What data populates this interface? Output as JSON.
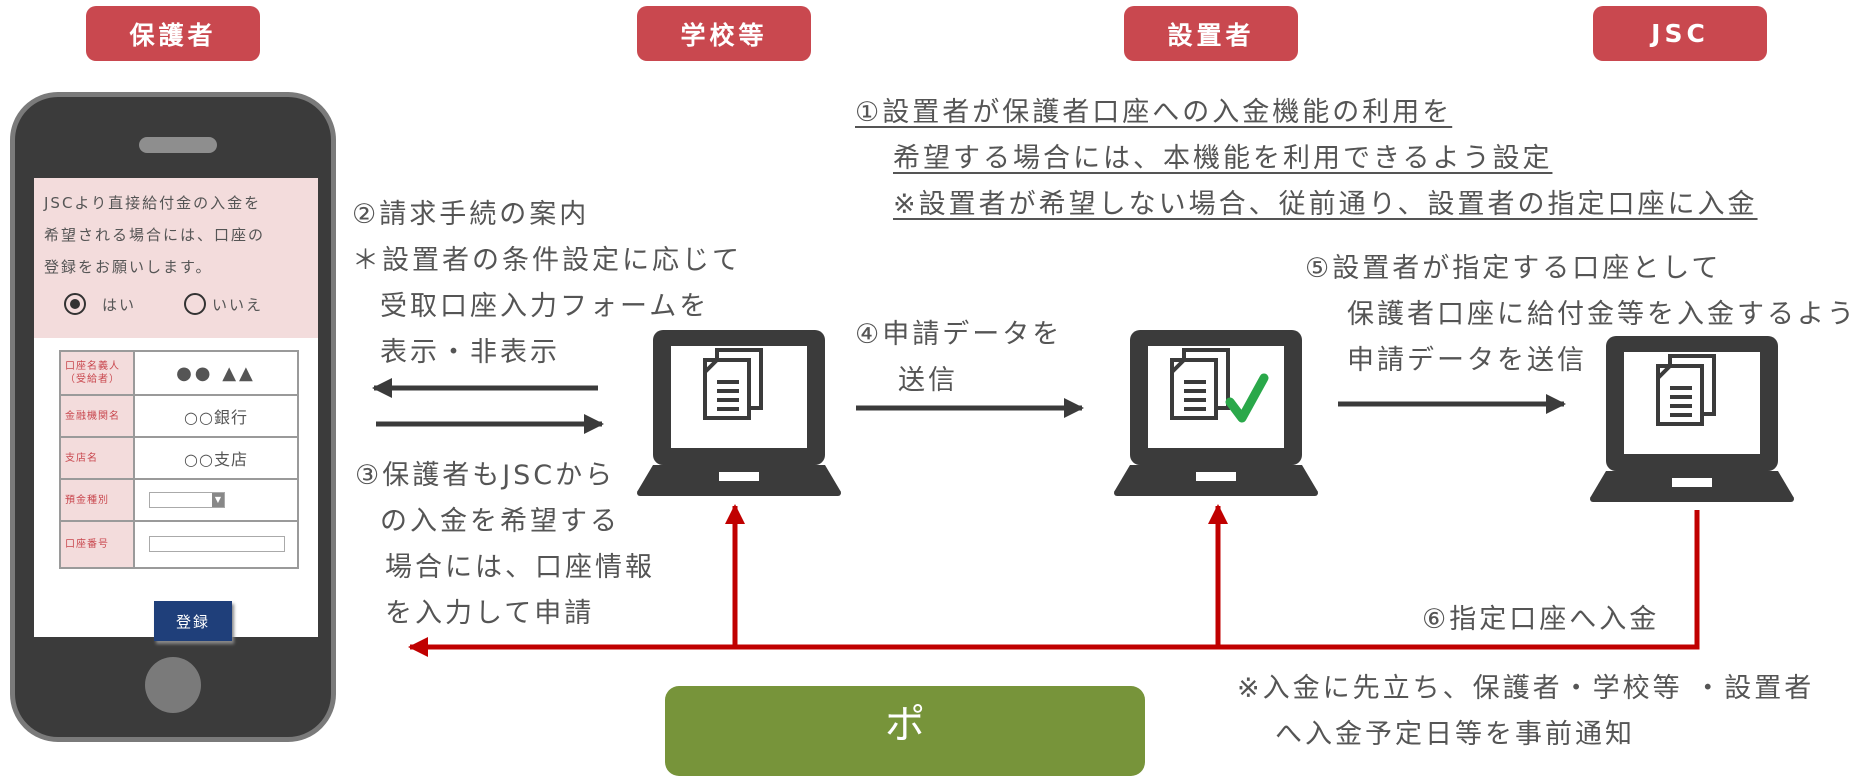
{
  "headers": {
    "guardian": "保護者",
    "school": "学校等",
    "founder": "設置者",
    "jsc": "JSC"
  },
  "phone": {
    "message_line1": "JSCより直接給付金の入金を",
    "message_line2": "希望される場合には、口座の",
    "message_line3": "登録をお願いします。",
    "radio_yes": "はい",
    "radio_no": "いいえ",
    "selected": "はい",
    "fields": [
      {
        "label": "口座名義人（受給者）",
        "label_line1": "口座名義人",
        "label_line2": "（受給者）",
        "value": "●● ▲▲"
      },
      {
        "label": "金融機関名",
        "value": "○○銀行"
      },
      {
        "label": "支店名",
        "value": "○○支店"
      },
      {
        "label": "預金種別",
        "value": ""
      },
      {
        "label": "口座番号",
        "value": ""
      }
    ],
    "register_button": "登録"
  },
  "steps": {
    "s1_line1": "①設置者が保護者口座への入金機能の利用を",
    "s1_line2": "希望する場合には、本機能を利用できるよう設定",
    "s1_line3": "※設置者が希望しない場合、従前通り、設置者の指定口座に入金",
    "s2_line1": "②請求手続の案内",
    "s2_line2": "＊設置者の条件設定に応じて",
    "s2_line3": "受取口座入力フォームを",
    "s2_line4": "表示・非表示",
    "s3_line1": "③保護者もJSCから",
    "s3_line2": "の入金を希望する",
    "s3_line3": "場合には、口座情報",
    "s3_line4": "を入力して申請",
    "s4_line1": "④申請データを",
    "s4_line2": "送信",
    "s5_line1": "⑤設置者が指定する口座として",
    "s5_line2": "保護者口座に給付金等を入金するよう",
    "s5_line3": "申請データを送信",
    "s6": "⑥指定口座へ入金",
    "note_line1": "※入金に先立ち、保護者・学校等 ・設置者",
    "note_line2": "へ入金予定日等を事前通知"
  },
  "green_box": {
    "text": "ポ"
  },
  "colors": {
    "header": "#c9484f",
    "arrow_red": "#c00000",
    "arrow_dark": "#3b3b3b",
    "check": "#2aa84a",
    "green_box": "#77943a"
  }
}
